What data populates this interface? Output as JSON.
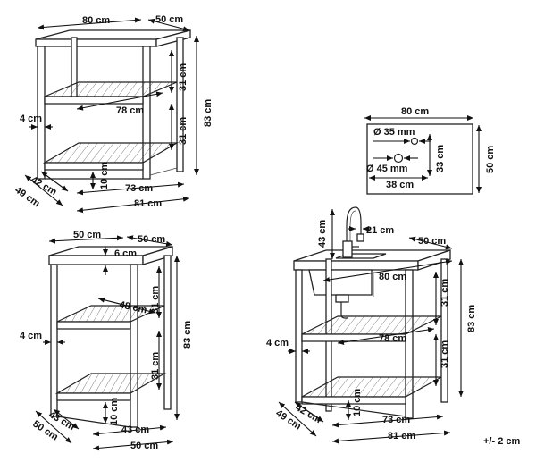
{
  "colors": {
    "line": "#222222",
    "text": "#111111",
    "background": "#ffffff"
  },
  "cart_large": {
    "top_depth": "80 cm",
    "top_width": "50 cm",
    "height": "83 cm",
    "shelf_gap_upper": "31 cm",
    "shelf_gap_lower": "31 cm",
    "shelf_width": "78 cm",
    "leg": "4 cm",
    "shelf_depth": "42 cm",
    "base_depth": "49 cm",
    "bottom_clearance": "10 cm",
    "inner_length": "73 cm",
    "outer_length": "81 cm"
  },
  "top_plan": {
    "width": "80 cm",
    "depth": "50 cm",
    "hole_small": "Ø 35 mm",
    "hole_large": "Ø 45 mm",
    "offset_vertical": "33 cm",
    "offset_horizontal": "38 cm"
  },
  "cart_small": {
    "top_depth": "50 cm",
    "top_width": "50 cm",
    "top_thickness": "6 cm",
    "shelf_width": "48 cm",
    "height": "83 cm",
    "shelf_gap_upper": "31 cm",
    "shelf_gap_lower": "31 cm",
    "leg": "4 cm",
    "bottom_clearance": "10 cm",
    "shelf_depth": "43 cm",
    "base_depth": "50 cm",
    "inner_length": "43 cm",
    "outer_length": "50 cm"
  },
  "cart_sink": {
    "faucet_height": "43 cm",
    "faucet_reach": "21 cm",
    "top_width": "50 cm",
    "top_length": "80 cm",
    "height": "83 cm",
    "shelf_gap_upper": "31 cm",
    "shelf_gap_lower": "31 cm",
    "shelf_width": "78 cm",
    "leg": "4 cm",
    "shelf_depth": "42 cm",
    "base_depth": "49 cm",
    "bottom_clearance": "10 cm",
    "inner_length": "73 cm",
    "outer_length": "81 cm"
  },
  "tolerance": "+/- 2 cm"
}
